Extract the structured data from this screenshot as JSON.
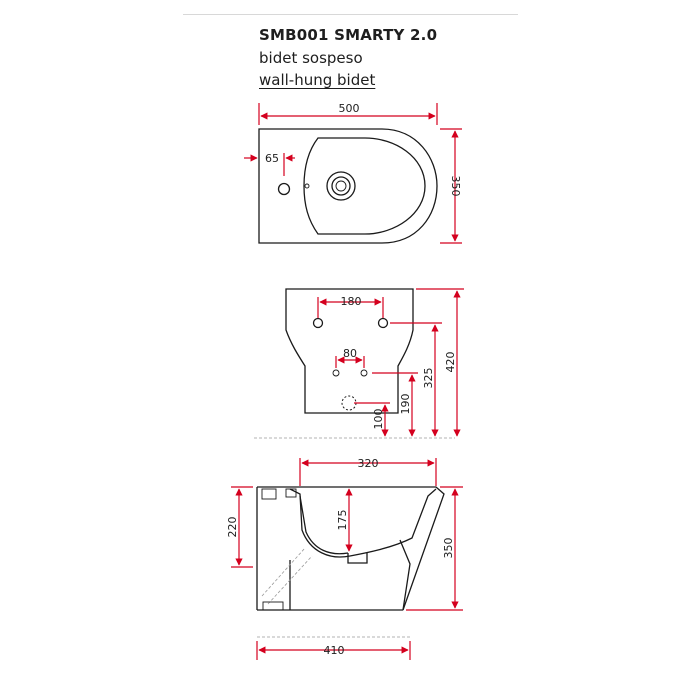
{
  "header": {
    "title": "SMB001 SMARTY 2.0",
    "subtitle_it": "bidet sospeso",
    "subtitle_en": "wall-hung bidet"
  },
  "dimensions": {
    "top_width": "500",
    "top_hole_offset": "65",
    "top_depth": "350",
    "front_hole_spacing": "180",
    "front_tap_spacing": "80",
    "front_total_height": "420",
    "front_hole_height": "325",
    "front_waste_height": "190",
    "front_floor_height": "100",
    "side_bowl_width": "320",
    "side_bowl_depth": "175",
    "side_rim_height": "220",
    "side_total_height": "350",
    "side_total_length": "410"
  },
  "colors": {
    "dimension_line": "#d4001e",
    "outline": "#1a1a1a"
  }
}
